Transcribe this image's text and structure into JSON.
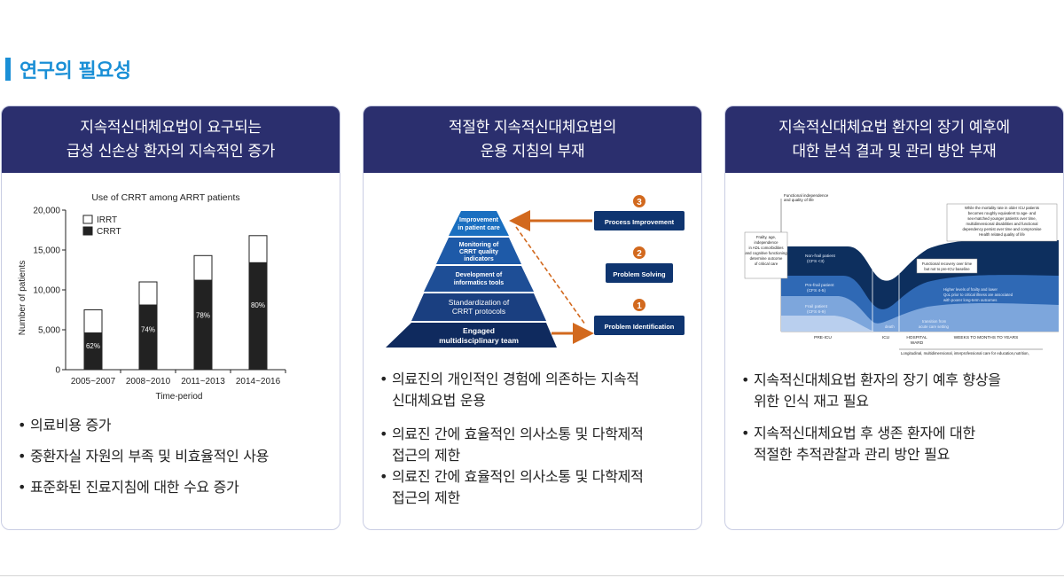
{
  "section": {
    "title": "연구의 필요성"
  },
  "cards": [
    {
      "head": [
        "지속적신대체요법이 요구되는",
        "급성 신손상 환자의 지속적인 증가"
      ],
      "bullets": [
        "의료비용 증가",
        "중환자실 자원의 부족 및 비효율적인 사용",
        "표준화된 진료지침에 대한 수요 증가"
      ]
    },
    {
      "head": [
        "적절한 지속적신대체요법의",
        "운용 지침의 부재"
      ],
      "bullets": [
        [
          "의료진의 개인적인 경험에 의존하는 지속적",
          "신대체요법 운용"
        ],
        [
          "의료진 간에 효율적인 의사소통 및 다학제적",
          "접근의 제한"
        ],
        [
          "의료진 간에 효율적인 의사소통 및 다학제적",
          "접근의 제한"
        ]
      ]
    },
    {
      "head": [
        "지속적신대체요법 환자의 장기 예후에",
        "대한 분석 결과 및 관리 방안 부재"
      ],
      "bullets": [
        [
          "지속적신대체요법 환자의 장기 예후 향상을",
          "위한 인식 재고 필요"
        ],
        [
          "지속적신대체요법 후 생존 환자에 대한",
          "적절한 추적관찰과 관리 방안 필요"
        ]
      ]
    }
  ],
  "chart_data": {
    "type": "bar",
    "title": "Use of CRRT among ARRT patients",
    "xlabel": "Time-period",
    "ylabel": "Number of patients",
    "categories": [
      "2005~2007",
      "2008~2010",
      "2011~2013",
      "2014~2016"
    ],
    "series": [
      {
        "name": "CRRT",
        "values": [
          4600,
          8100,
          11200,
          13400
        ],
        "color": "#222222"
      },
      {
        "name": "IRRT",
        "values": [
          2900,
          2900,
          3100,
          3400
        ],
        "color": "#ffffff"
      }
    ],
    "labels": [
      "62%",
      "74%",
      "78%",
      "80%"
    ],
    "yticks": [
      "0",
      "5,000",
      "10,000",
      "15,000",
      "20,000"
    ],
    "ylim": [
      0,
      20000
    ],
    "legend": [
      "IRRT",
      "CRRT"
    ],
    "legend_position": "top-left"
  },
  "pyramid": {
    "levels": [
      [
        "Improvement",
        "in patient care"
      ],
      [
        "Monitoring of",
        "CRRT quality",
        "indicators"
      ],
      [
        "Development of",
        "informatics tools"
      ],
      [
        "Standardization of",
        "CRRT protocols"
      ],
      [
        "Engaged",
        "multidisciplinary team"
      ]
    ],
    "steps": [
      {
        "num": "3",
        "label": "Process Improvement"
      },
      {
        "num": "2",
        "label": "Problem Solving"
      },
      {
        "num": "1",
        "label": "Problem Identification"
      }
    ]
  },
  "trajectory": {
    "top_label": [
      "Functional independence",
      "and quality of life"
    ],
    "left_label": [
      "Frailty, age,",
      "independence",
      "in ADL comorbidities",
      "and cognitive functioning",
      "determine outcome",
      "of critical care"
    ],
    "right_note": [
      "While the mortality rate in older ICU patients",
      "becomes roughly equivalent to age- and",
      "sex-matched younger patients over time,",
      "multidimensional disabilities and functional",
      "dependency persist over time and compromise",
      "Health related quality of life"
    ],
    "bands": [
      [
        "Non-frail patient",
        "(CFS <3)"
      ],
      [
        "Pre-frail patient",
        "(CFS 4-5)"
      ],
      [
        "Frail patient",
        "(CFS 6-9)"
      ]
    ],
    "recovery_note": [
      "Functional recovery over time",
      "but not to pre-ICU baseline"
    ],
    "frailty_note": [
      "Higher levels of frailty and lower",
      "QoL prior to critical illness are associated",
      "with poorer long-term outcomes"
    ],
    "death": "death",
    "transition": [
      "transition from",
      "acute care setting"
    ],
    "axis": [
      "PRE-ICU",
      "ICU",
      "HOSPITAL",
      "WARD",
      "WEEKS TO MONTHS TO YEARS"
    ],
    "bottom": "Longitudinal, multidimensional, interprofessional care for education,nutrition,"
  }
}
